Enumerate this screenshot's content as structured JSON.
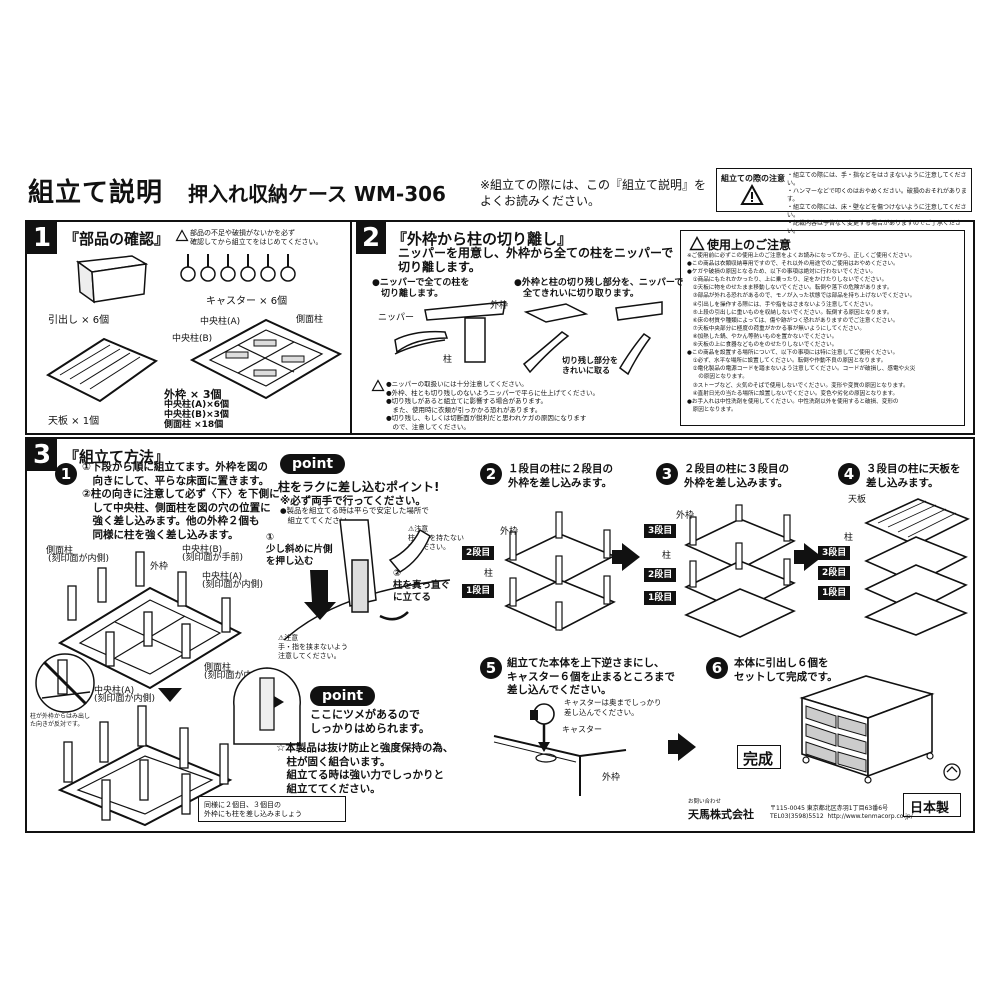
{
  "header": {
    "title": "組立て説明",
    "subtitle": "押入れ収納ケース WM-306",
    "note": "※組立ての際には、この『組立て説明』を\nよくお読みください。"
  },
  "caution_box": {
    "label": "組立ての際の注意",
    "lines": [
      "・組立ての際には、手・指などをはさまないように注意してください。",
      "・ハンマーなどで叩くのはおやめください。破損のおそれがあります。",
      "・組立ての際には、床・壁などを傷つけないように注意してください。",
      "・記載内容は予告なく変更する場合がありますのでご了承ください。"
    ]
  },
  "section1": {
    "num": "1",
    "title": "『部品の確認』",
    "warn": "部品の不足や破損がないかを必ず\n確認してから組立てをはじめてください。",
    "drawer": "引出し × 6個",
    "caster": "キャスター × 6個",
    "top": "天板 × 1個",
    "center_a": "中央柱(A)",
    "center_b": "中央柱(B)",
    "side": "側面柱",
    "frame": "外枠 × 3個",
    "frame_detail": "中央柱(A)×6個\n中央柱(B)×3個\n側面柱 ×18個"
  },
  "section2": {
    "num": "2",
    "title": "『外枠から柱の切り離し』",
    "lead": "ニッパーを用意し、外枠から全ての柱をニッパーで\n切り離します。",
    "bullet1": "●ニッパーで全ての柱を\n　切り離します。",
    "bullet2": "●外枠と柱の切り残し部分を、ニッパーで\n　全てきれいに切り取ります。",
    "nipper": "ニッパー",
    "frame": "外枠",
    "pillar": "柱",
    "cut_note": "切り残し部分を\nきれいに取る",
    "warnings": "●ニッパーの取扱いには十分注意してください。\n●外枠、柱とも切り残しのないようニッパーで平らに仕上げてください。\n●切り残しがあると組立てに影響する場合があります。\n　また、使用時に衣類が引っかかる恐れがあります。\n●切り残し、もしくは切断面が鋭利だと思われケガの原因になります\n　ので、注意してください。"
  },
  "usage": {
    "title": "使用上のご注意",
    "text": "※ご使用前に必ずこの使用上のご注意をよくお読みになってから、正しくご使用ください。\n●この商品は衣類収納専用ですので、それ以外の用途でのご使用はおやめください。\n●ケガや破損の原因となるため、以下の事項は絶対に行わないでください。\n　①商品にもたれかかったり、上に乗ったり、足をかけたりしないでください。\n　②天板に物をのせたまま移動しないでください。転倒や落下の危険があります。\n　③部品が外れる恐れがあるので、モノが入った状態では部品を持ち上げないでください。\n　④引出しを操作する際には、手や指をはさまないよう注意してください。\n　⑤上段の引出しに重いものを収納しないでください。転倒する原因となります。\n　⑥床の材質や種類によっては、傷や跡がつく恐れがありますのでご注意ください。\n　⑦天板中央部分に極度の荷重がかかる事が無いようにしてください。\n　⑧加熱した鍋、やかん等熱いものを置かないでください。\n　⑨天板の上に食器などものをのせたりしないでください。\n●この商品を設置する場所について、以下の事項には特に注意してご使用ください。\n　①必ず、水平な場所に設置してください。転倒や作動不良の原因となります。\n　②電化製品の電源コードを踏まないよう注意してください。コードが破損し、感電や火災\n　　の原因となります。\n　③ストーブなど、火気のそばで使用しないでください。変形や変質の原因となります。\n　④直射日光の当たる場所に設置しないでください。変色や劣化の原因となります。\n●お手入れは中性洗剤を使用してください。中性洗剤以外を使用すると破損、変形の\n　原因となります。"
  },
  "section3": {
    "num": "3",
    "title": "『組立て方法』",
    "step1_text": "①下段から順に組立てます。外枠を図の\n　向きにして、平らな床面に置きます。\n②柱の向きに注意して必ず〈下〉を下側に\n　して中央柱、側面柱を図の穴の位置に\n　強く差し込みます。他の外枠２個も\n　同様に柱を強く差し込みます。",
    "side": "側面柱",
    "side_note": "(刻印面が内側)",
    "center_b": "中央柱(B)",
    "center_b_note": "(刻印面が手前)",
    "center_a": "中央柱(A)",
    "center_a_note": "(刻印面が内側)",
    "frame": "外枠",
    "pillar_note": "柱が外枠からはみ出し\nた向きが反対です。",
    "same_note": "同様に２個目、３個目の\n外枠にも柱を差し込みましょう",
    "point_badge": "point",
    "point_title": "柱をラクに差し込むポイント!",
    "point_sub": "※必ず両手で行ってください。",
    "point_note": "●製品を組立てる時は平らで安定した場所で\n　組立ててください。",
    "point_step1": "①\n少し斜めに片側\nを押し込む",
    "point_step2": "②\n柱を真っ直ぐ\nに立てる",
    "caution1": "⚠注意\n柱の下を持たない\nでください。",
    "caution2": "⚠注意\n手・指を挟まないよう\n注意してください。",
    "point2_title": "ここにツメがあるので\nしっかりはめられます。",
    "strong_note": "☆本製品は抜け防止と強度保持の為、\n　柱が固く組合います。\n　組立てる時は強い力でしっかりと\n　組立ててください。",
    "step2_text": "１段目の柱に２段目の\n外枠を差し込みます。",
    "step3_text": "２段目の柱に３段目の\n外枠を差し込みます。",
    "step4_text": "３段目の柱に天板を\n差し込みます。",
    "step5_text": "組立てた本体を上下逆さまにし、\nキャスター６個を止まるところまで\n差し込んでください。",
    "step5_note": "キャスターは奥までしっかり\n差し込んでください。",
    "step6_text": "本体に引出し６個を\nセットして完成です。",
    "tier1": "1段目",
    "tier2": "2段目",
    "tier3": "3段目",
    "frame_label": "外枠",
    "pillar_label": "柱",
    "top_label": "天板",
    "caster_label": "キャスター",
    "complete": "完成",
    "made_in": "日本製"
  },
  "company": {
    "label": "お問い合わせ",
    "name": "天馬株式会社",
    "address": "〒115-0045 東京都北区赤羽1丁目63番6号\nTEL03(3598)5512  http://www.tenmacorp.co.jp/"
  }
}
